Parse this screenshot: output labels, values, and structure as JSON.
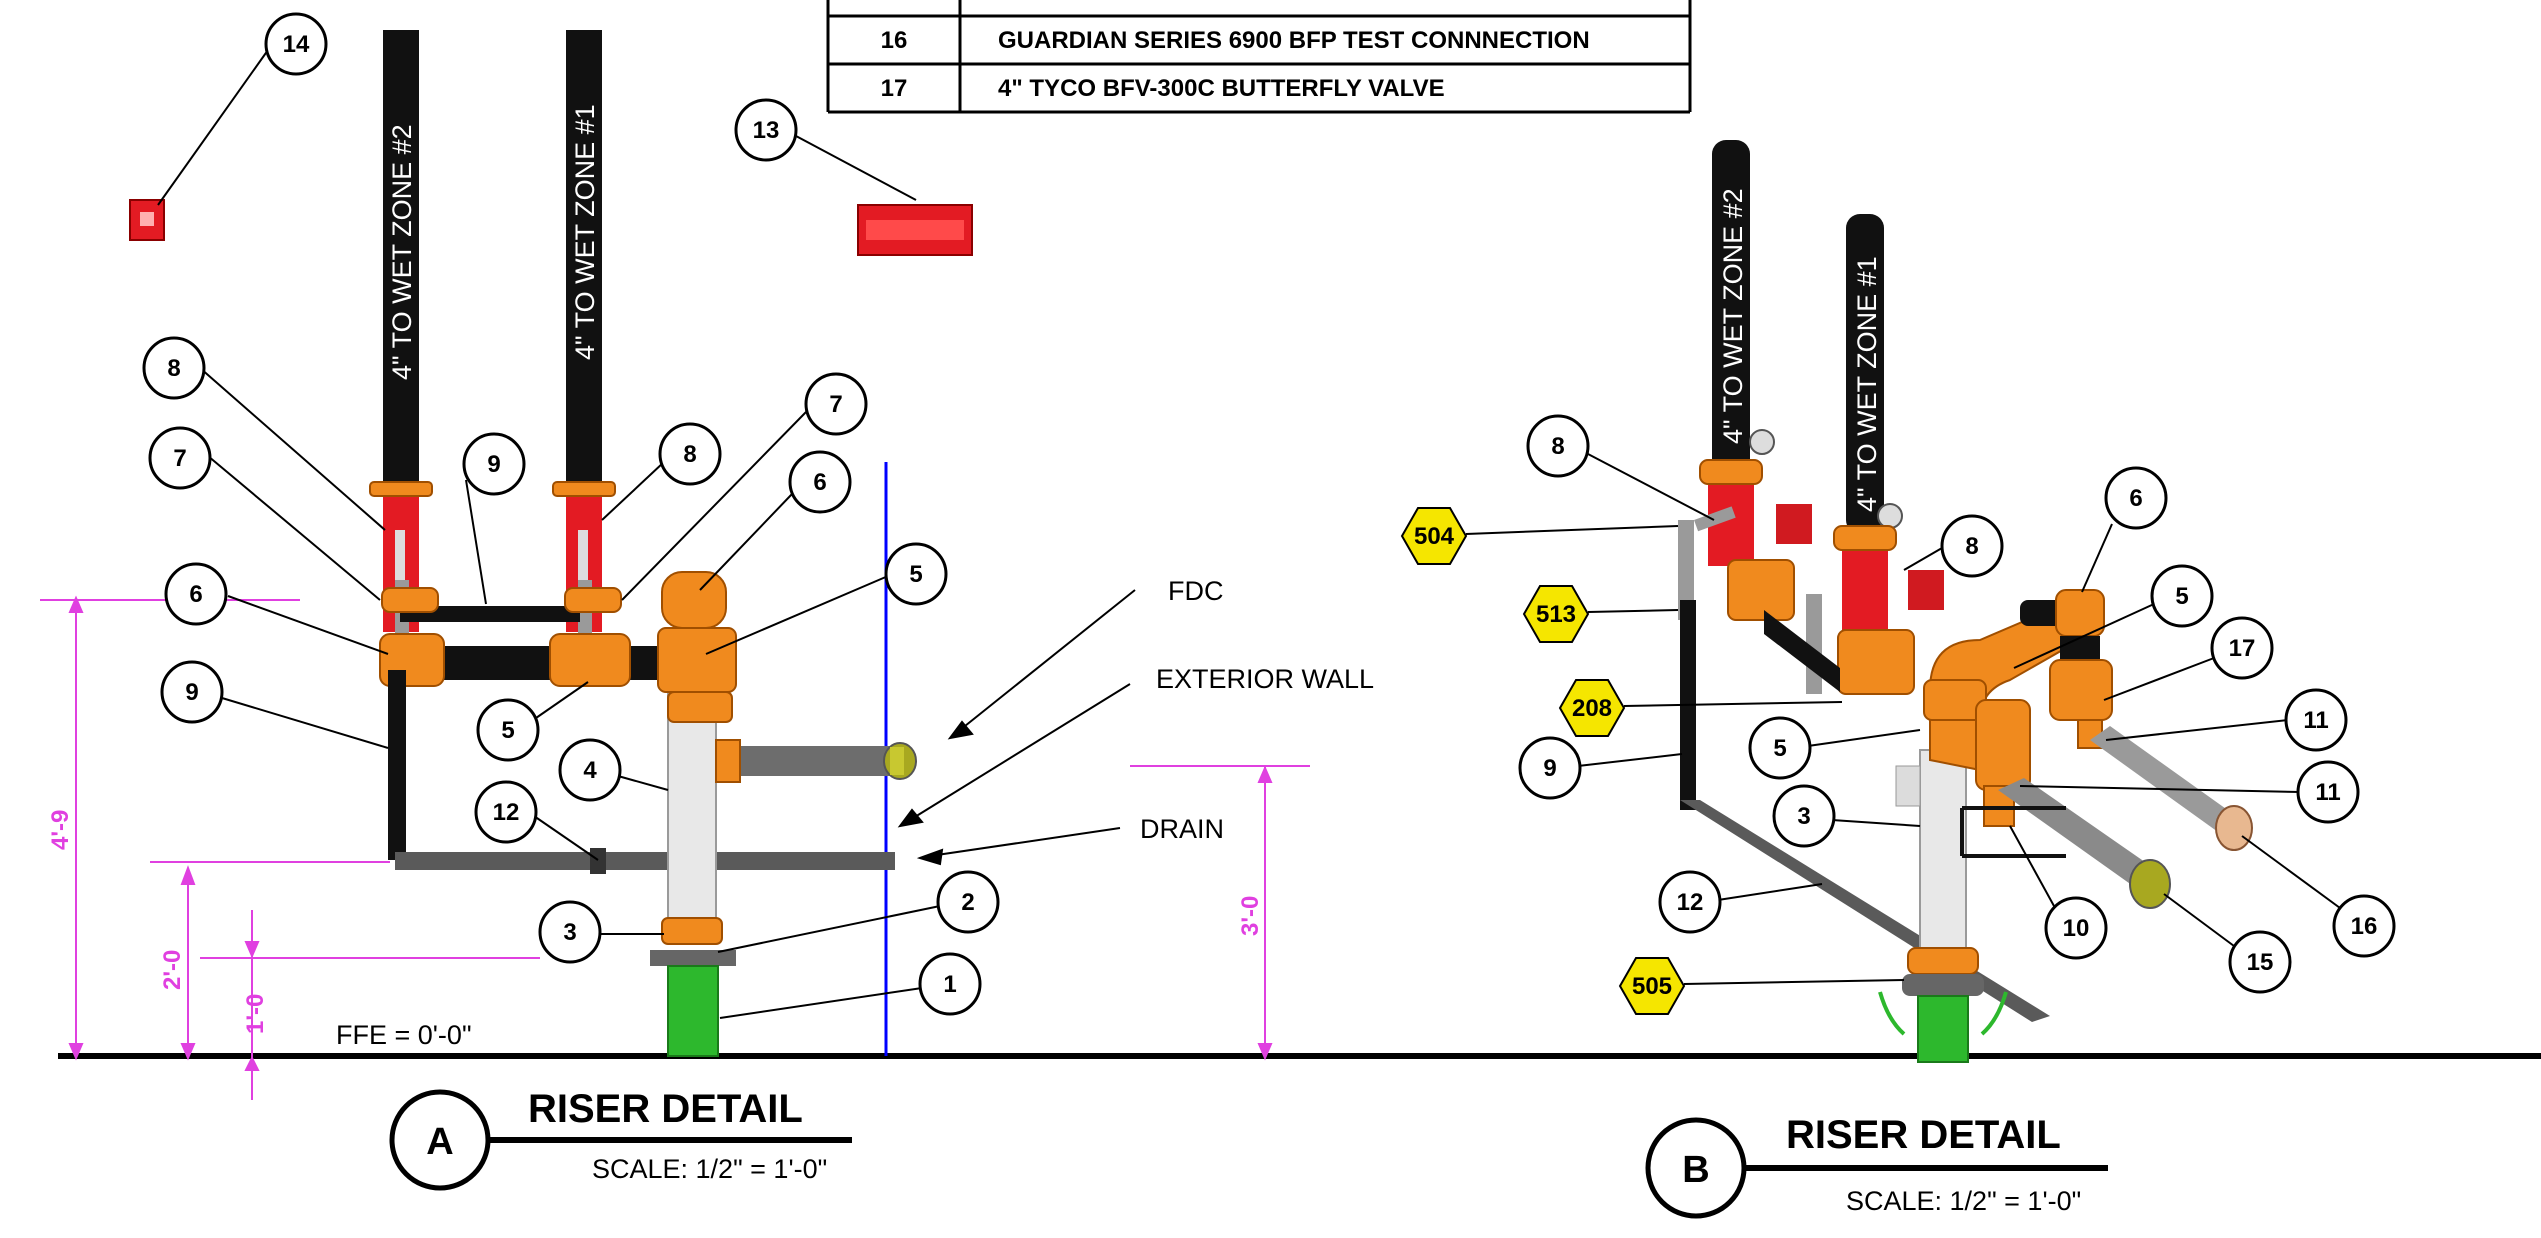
{
  "legend_table": {
    "rows": [
      {
        "num": "16",
        "desc": "GUARDIAN SERIES 6900 BFP TEST CONNNECTION"
      },
      {
        "num": "17",
        "desc": "4\" TYCO BFV-300C BUTTERFLY VALVE"
      }
    ]
  },
  "detail_a": {
    "pipe_labels": [
      "4\" TO WET ZONE #2",
      "4\" TO WET ZONE #1"
    ],
    "callouts": [
      "14",
      "13",
      "8",
      "7",
      "9",
      "8",
      "7",
      "6",
      "6",
      "5",
      "9",
      "5",
      "4",
      "12",
      "3",
      "2",
      "1"
    ],
    "text_labels": {
      "fdc": "FDC",
      "exterior_wall": "EXTERIOR WALL",
      "drain": "DRAIN",
      "ffe": "FFE = 0'-0\""
    },
    "dimensions": [
      "4'-9",
      "2'-0",
      "1'-0",
      "3'-0"
    ],
    "title": {
      "letter": "A",
      "name": "RISER DETAIL",
      "scale": "SCALE: 1/2\" = 1'-0\""
    }
  },
  "detail_b": {
    "pipe_labels": [
      "4\" TO WET ZONE #2",
      "4\" TO WET ZONE #1"
    ],
    "callouts": [
      "8",
      "8",
      "6",
      "5",
      "17",
      "11",
      "5",
      "9",
      "11",
      "3",
      "12",
      "10",
      "16",
      "15"
    ],
    "hex_tags": [
      "504",
      "513",
      "208",
      "505"
    ],
    "title": {
      "letter": "B",
      "name": "RISER DETAIL",
      "scale": "SCALE: 1/2\" = 1'-0\""
    }
  },
  "colors": {
    "pipe_black": "#111111",
    "fitting_orange": "#f08a1e",
    "valve_red": "#e31b23",
    "riser_white": "#e8e8e8",
    "base_green": "#2db82d",
    "pipe_gray": "#6d6d6d",
    "wall_blue": "#0000ff",
    "dimension_magenta": "#e040e0",
    "tag_yellow": "#f5e600"
  }
}
